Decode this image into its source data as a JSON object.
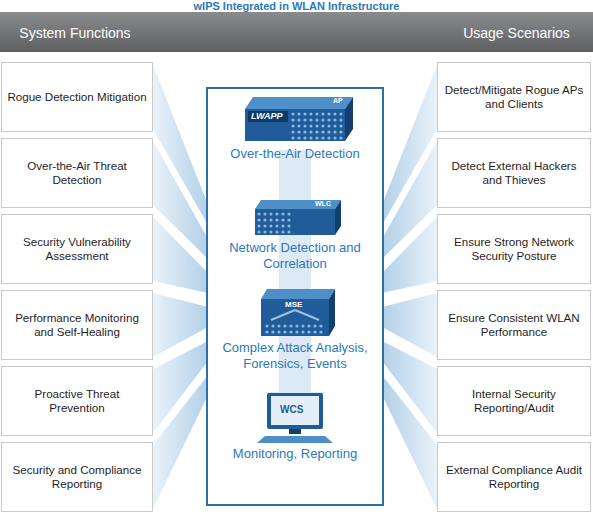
{
  "diagram": {
    "title": "wIPS Integrated in WLAN Infrastructure",
    "nodes": [
      {
        "text": [
          "System Functions"
        ]
      },
      {
        "text": [
          "Usage Scenarios"
        ]
      },
      {
        "text": [
          "Rogue Detection Mitigation"
        ]
      },
      {
        "text": [
          "Over-the-Air Threat Detection"
        ]
      },
      {
        "text": [
          "Security Vulnerability Assessment"
        ]
      },
      {
        "text": [
          "Performance Monitoring and Self-Healing"
        ]
      },
      {
        "text": [
          "Proactive Threat Prevention"
        ]
      },
      {
        "text": [
          "Security and Compliance Reporting"
        ]
      },
      {
        "text": [
          "Over-the-Air Detection"
        ]
      },
      {
        "text": [
          "Network Detection and Correlation"
        ]
      },
      {
        "text": [
          "Complex Attack Analysis, Forensics, Events"
        ]
      },
      {
        "text": [
          "Monitoring, Reporting"
        ]
      },
      {
        "text": [
          "Detect/Mitigate Rogue APs and Clients"
        ]
      },
      {
        "text": [
          "Detect External Hackers and Thieves"
        ]
      },
      {
        "text": [
          "Ensure Strong Network Security Posture"
        ]
      },
      {
        "text": [
          "Ensure Consistent WLAN Performance"
        ]
      },
      {
        "text": [
          "Internal Security Reporting/Audit"
        ]
      },
      {
        "text": [
          "External Compliance Audit Reporting"
        ]
      }
    ],
    "labels": [
      "LWAPP",
      "AP",
      "WLC",
      "MSE",
      "WCS"
    ]
  }
}
